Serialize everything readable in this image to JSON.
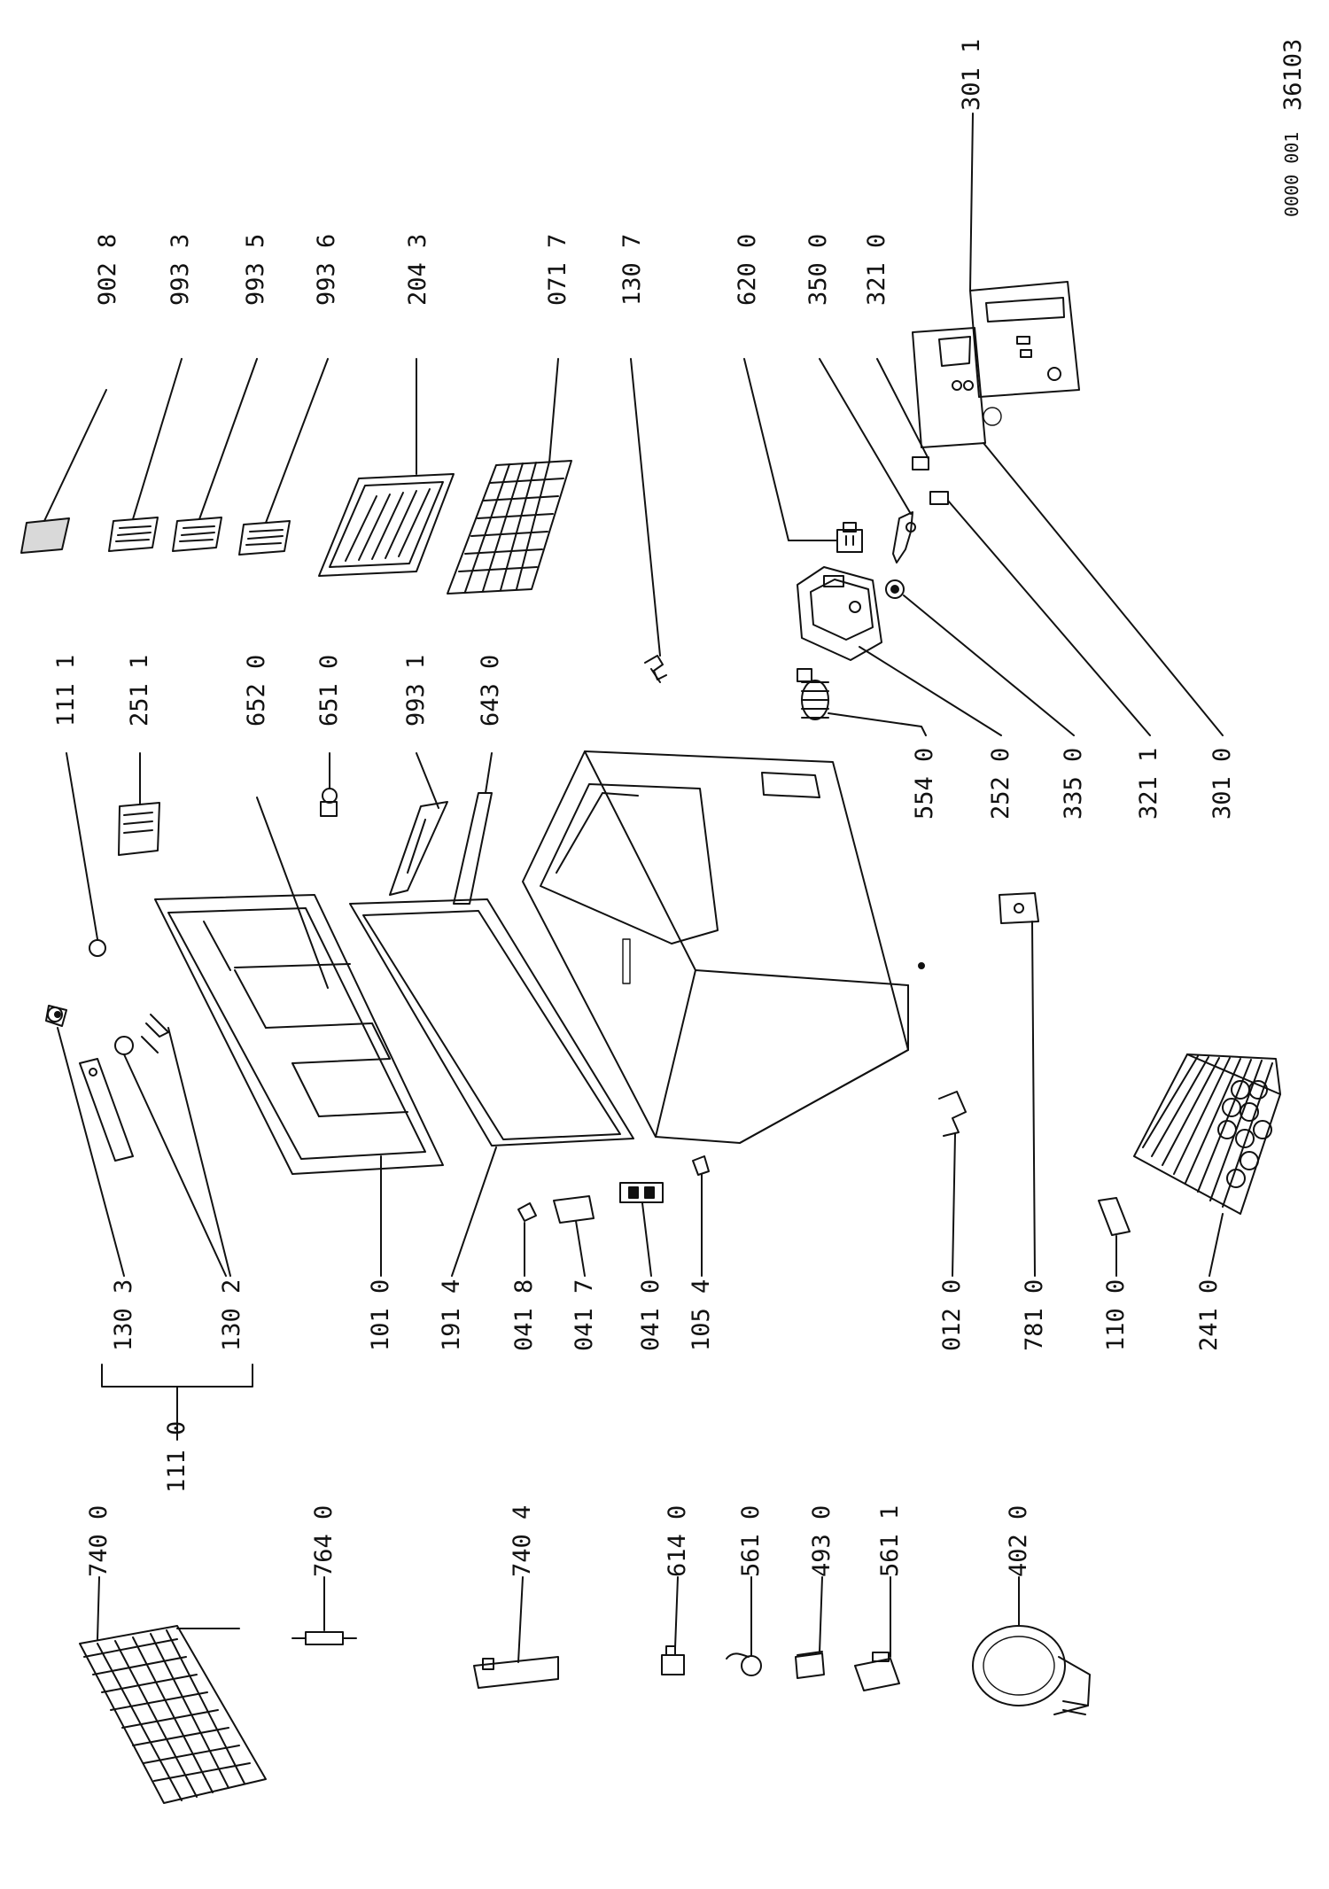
{
  "document": {
    "ref_small": "0000 001",
    "ref_large": "36103"
  },
  "labels": {
    "p902_8": "902 8",
    "p993_3": "993 3",
    "p993_5": "993 5",
    "p993_6": "993 6",
    "p204_3": "204 3",
    "p071_7": "071 7",
    "p130_7": "130 7",
    "p620_0": "620 0",
    "p350_0": "350 0",
    "p321_0": "321 0",
    "p301_1": "301 1",
    "p111_1": "111 1",
    "p251_1": "251 1",
    "p652_0": "652 0",
    "p651_0": "651 0",
    "p993_1": "993 1",
    "p643_0": "643 0",
    "p554_0": "554 0",
    "p252_0": "252 0",
    "p335_0": "335 0",
    "p321_1": "321 1",
    "p301_0": "301 0",
    "p130_3": "130 3",
    "p130_2": "130 2",
    "p101_0": "101 0",
    "p191_4": "191 4",
    "p041_8": "041 8",
    "p041_7": "041 7",
    "p041_0": "041 0",
    "p105_4": "105 4",
    "p012_0": "012 0",
    "p781_0": "781 0",
    "p110_0": "110 0",
    "p241_0": "241 0",
    "p111_0": "111 0",
    "p740_0": "740 0",
    "p764_0": "764 0",
    "p740_4": "740 4",
    "p614_0": "614 0",
    "p561_0": "561 0",
    "p493_0": "493 0",
    "p561_1": "561 1",
    "p402_0": "402 0"
  }
}
